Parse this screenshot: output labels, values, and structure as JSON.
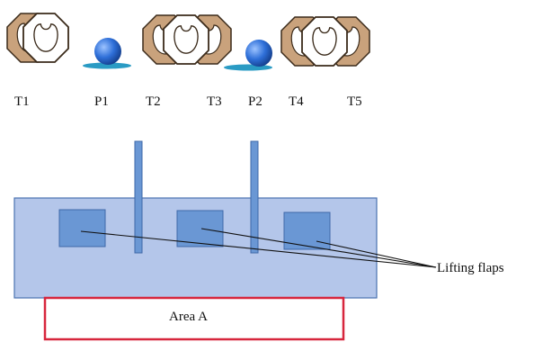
{
  "labels": {
    "t1": "T1",
    "p1": "P1",
    "t2": "T2",
    "t3": "T3",
    "p2": "P2",
    "t4": "T4",
    "t5": "T5",
    "lifting_flaps": "Lifting flaps",
    "area_a": "Area A"
  },
  "colors": {
    "tool_brown": "#C9A27C",
    "tool_outline": "#3a2a1a",
    "ball_blue": "#2E6FD8",
    "base_teal": "#2A9BC4",
    "panel_fill": "#B4C6EA",
    "panel_stroke": "#4A72B0",
    "flap_fill": "#6A97D4",
    "rod_fill": "#6A97D4",
    "area_border": "#D7263D"
  }
}
